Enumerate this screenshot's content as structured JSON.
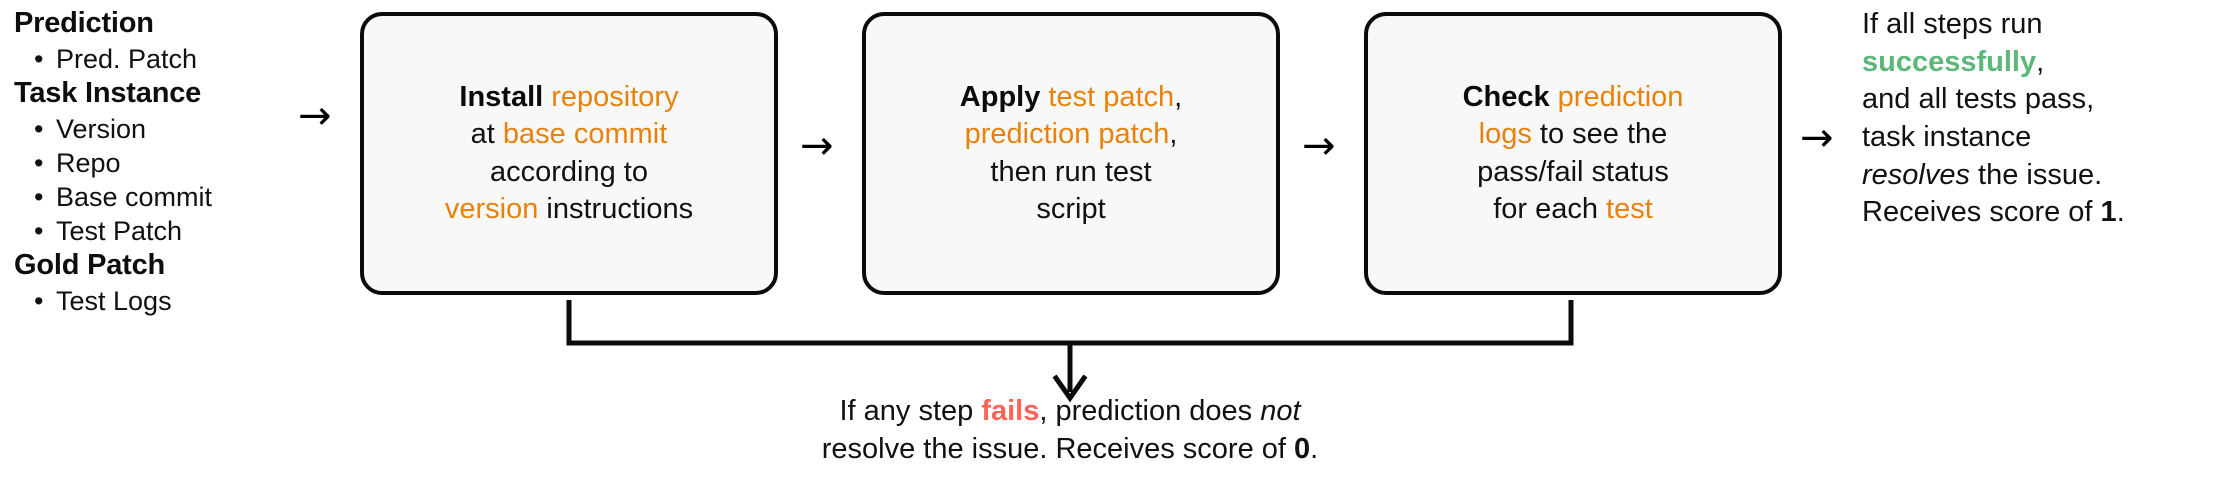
{
  "left_column": {
    "groups": [
      {
        "heading": "Prediction",
        "items": [
          "Pred. Patch"
        ]
      },
      {
        "heading": "Task Instance",
        "items": [
          "Version",
          "Repo",
          "Base commit",
          "Test Patch"
        ]
      },
      {
        "heading": "Gold Patch",
        "items": [
          "Test Logs"
        ]
      }
    ]
  },
  "arrows": {
    "right_arrow_glyph": "→",
    "down_arrow_glyph": "↓"
  },
  "steps": [
    {
      "id": "install",
      "verb": "Install",
      "lines": [
        [
          {
            "t": "Install",
            "s": "kw"
          },
          {
            "t": " "
          },
          {
            "t": "repository",
            "s": "hl"
          }
        ],
        [
          {
            "t": "at "
          },
          {
            "t": "base commit",
            "s": "hl"
          }
        ],
        [
          {
            "t": "according to"
          }
        ],
        [
          {
            "t": "version",
            "s": "hl"
          },
          {
            "t": " instructions"
          }
        ]
      ]
    },
    {
      "id": "apply",
      "verb": "Apply",
      "lines": [
        [
          {
            "t": "Apply",
            "s": "kw"
          },
          {
            "t": " "
          },
          {
            "t": "test patch",
            "s": "hl"
          },
          {
            "t": ","
          }
        ],
        [
          {
            "t": "prediction patch",
            "s": "hl"
          },
          {
            "t": ","
          }
        ],
        [
          {
            "t": "then run test"
          }
        ],
        [
          {
            "t": "script"
          }
        ]
      ]
    },
    {
      "id": "check",
      "verb": "Check",
      "lines": [
        [
          {
            "t": "Check",
            "s": "kw"
          },
          {
            "t": " "
          },
          {
            "t": "prediction",
            "s": "hl"
          }
        ],
        [
          {
            "t": "logs",
            "s": "hl"
          },
          {
            "t": " to see the"
          }
        ],
        [
          {
            "t": "pass/fail status"
          }
        ],
        [
          {
            "t": "for each "
          },
          {
            "t": "test",
            "s": "hl"
          }
        ]
      ]
    }
  ],
  "fail_path": {
    "lines": [
      [
        {
          "t": "If any step "
        },
        {
          "t": "fails",
          "s": "bad"
        },
        {
          "t": ", prediction does "
        },
        {
          "t": "not",
          "s": "it"
        }
      ],
      [
        {
          "t": "resolve the issue. Receives score of "
        },
        {
          "t": "0",
          "s": "b"
        },
        {
          "t": "."
        }
      ]
    ]
  },
  "success_path": {
    "lines": [
      [
        {
          "t": "If all steps run"
        }
      ],
      [
        {
          "t": "successfully",
          "s": "ok"
        },
        {
          "t": ","
        }
      ],
      [
        {
          "t": "and all tests pass,"
        }
      ],
      [
        {
          "t": "task instance"
        }
      ],
      [
        {
          "t": "resolves",
          "s": "it"
        },
        {
          "t": " the issue."
        }
      ],
      [
        {
          "t": "Receives score of "
        },
        {
          "t": "1",
          "s": "b"
        },
        {
          "t": "."
        }
      ]
    ]
  },
  "colors": {
    "highlight_orange": "#e8820c",
    "success_green": "#5cb878",
    "fail_red": "#fa6459",
    "box_border": "#0b0b0b",
    "box_fill": "#f8f8f8",
    "text": "#111111"
  }
}
